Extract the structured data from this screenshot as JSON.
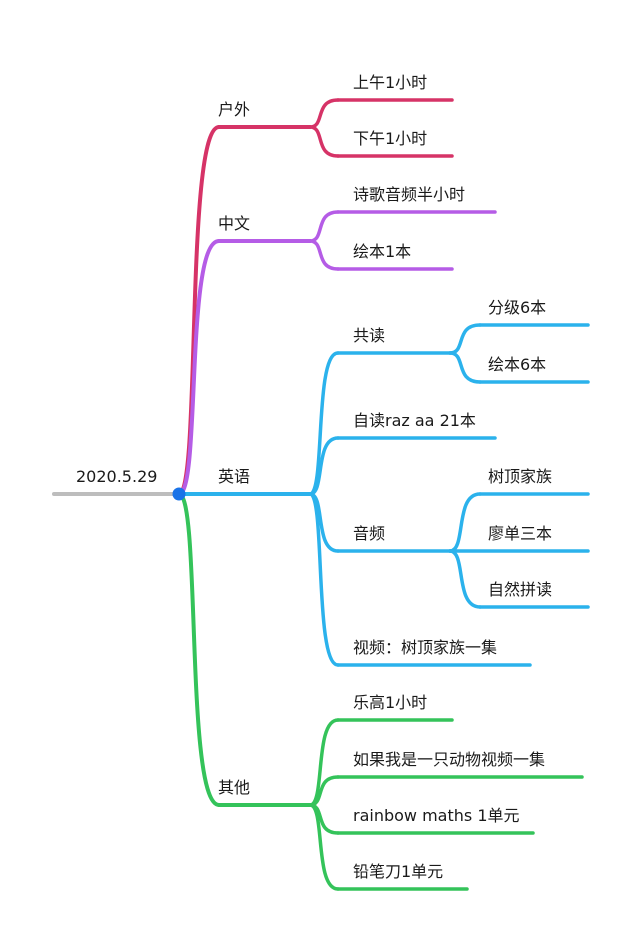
{
  "root": {
    "label": "2020.5.29"
  },
  "colors": {
    "root_line": "#bdbdbd",
    "root_dot": "#1a73e8",
    "outdoor": "#d63367",
    "chinese": "#b55ce6",
    "english": "#2bb2ec",
    "other": "#34c35a"
  },
  "branches": [
    {
      "label": "户外",
      "color_key": "outdoor",
      "children": [
        {
          "label": "上午1小时"
        },
        {
          "label": "下午1小时"
        }
      ]
    },
    {
      "label": "中文",
      "color_key": "chinese",
      "children": [
        {
          "label": "诗歌音频半小时"
        },
        {
          "label": "绘本1本"
        }
      ]
    },
    {
      "label": "英语",
      "color_key": "english",
      "children": [
        {
          "label": "共读",
          "children": [
            {
              "label": "分级6本"
            },
            {
              "label": "绘本6本"
            }
          ]
        },
        {
          "label": "自读raz aa 21本"
        },
        {
          "label": "音频",
          "children": [
            {
              "label": "树顶家族"
            },
            {
              "label": "廖单三本"
            },
            {
              "label": "自然拼读"
            }
          ]
        },
        {
          "label": "视频：树顶家族一集"
        }
      ]
    },
    {
      "label": "其他",
      "color_key": "other",
      "children": [
        {
          "label": "乐高1小时"
        },
        {
          "label": "如果我是一只动物视频一集"
        },
        {
          "label": "rainbow maths 1单元"
        },
        {
          "label": "铅笔刀1单元"
        }
      ]
    }
  ]
}
